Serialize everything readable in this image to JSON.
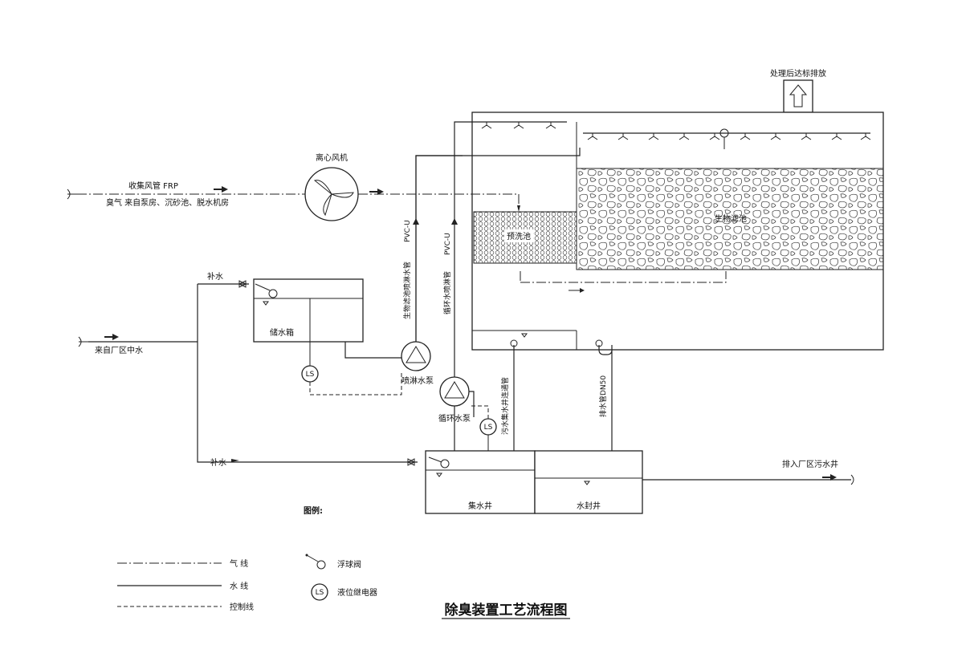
{
  "title": "除臭装置工艺流程图",
  "labels": {
    "discharge": "处理后达标排放",
    "fan": "离心风机",
    "collect_duct": "收集风管 FRP",
    "odor_source": "臭气 来自泵房、沉砂池、脱水机房",
    "bio_filter": "生物滤池",
    "pre_wash": "预洗池",
    "pipe_pvc1": "PVC-U",
    "pipe_pvc2": "PVC-U",
    "pipe_spray": "生物滤池喷淋水管",
    "pipe_circ": "循环水喷淋管",
    "makeup_top": "补水",
    "makeup_bottom": "补水",
    "storage_tank": "储水箱",
    "reclaimed_water": "来自厂区中水",
    "spray_pump": "喷淋水泵",
    "circ_pump": "循环水泵",
    "ls": "LS",
    "overflow_pipe": "污水集水井连通管",
    "drain_pipe": "排水管DN50",
    "to_sewer": "排入厂区污水井",
    "collect_well": "集水井",
    "seal_well": "水封井",
    "legend_title": "图例:"
  },
  "legend": [
    {
      "type": "gas",
      "label": "气  线"
    },
    {
      "type": "water",
      "label": "水  线"
    },
    {
      "type": "control",
      "label": "控制线"
    },
    {
      "type": "float-valve",
      "label": "浮球阀"
    },
    {
      "type": "level-switch",
      "label": "液位继电器",
      "symbol": "LS"
    }
  ]
}
